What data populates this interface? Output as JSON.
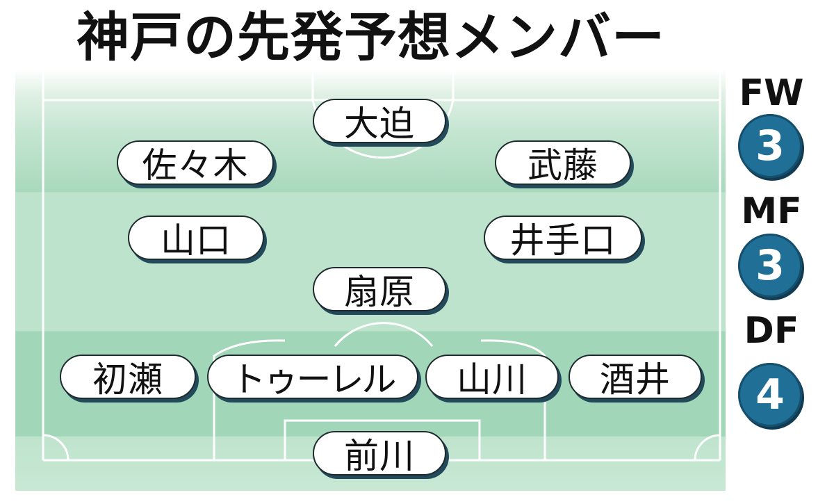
{
  "title": "神戸の先発予想メンバー",
  "players": {
    "fw_center": "大迫",
    "fw_left": "佐々木",
    "fw_right": "武藤",
    "mf_left": "山口",
    "mf_right": "井手口",
    "mf_center": "扇原",
    "df_1": "初瀬",
    "df_2": "トゥーレル",
    "df_3": "山川",
    "df_4": "酒井",
    "gk": "前川"
  },
  "formation": {
    "fw": {
      "label": "FW",
      "count": "3"
    },
    "mf": {
      "label": "MF",
      "count": "3"
    },
    "df": {
      "label": "DF",
      "count": "4"
    }
  },
  "colors": {
    "count_badge": "#1f6f96",
    "pitch_stripe_dark": "#a9d9bd",
    "pitch_stripe_light": "#bde3cc"
  }
}
